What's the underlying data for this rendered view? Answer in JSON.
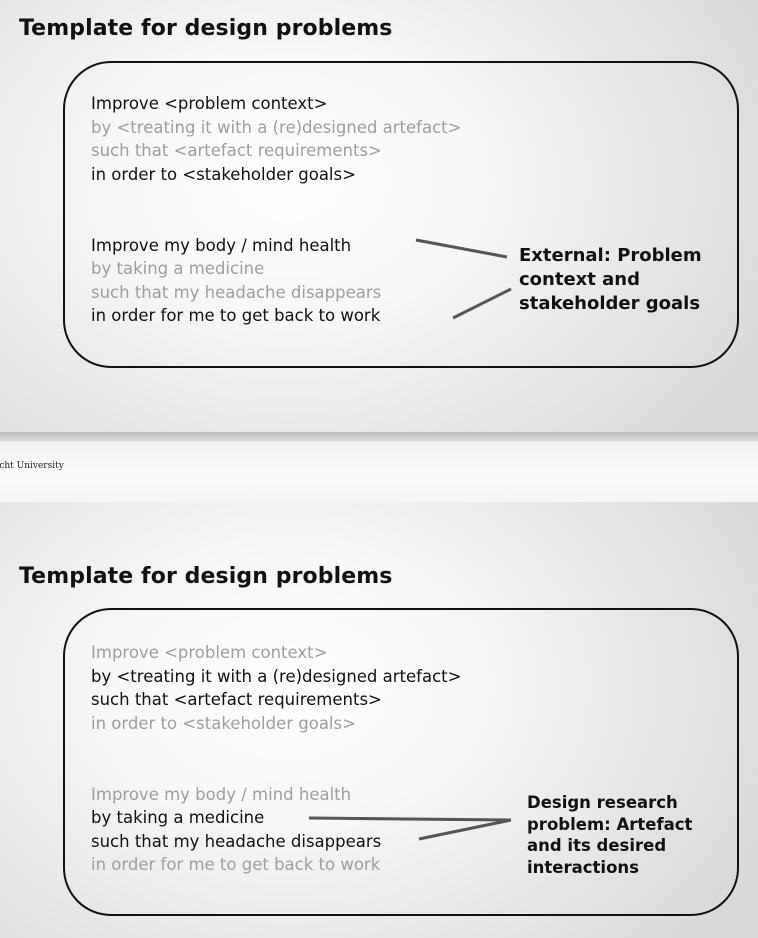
{
  "slide1": {
    "title": "Template for design problems",
    "template_lines": [
      "Improve <problem context>",
      "by <treating it with a (re)designed artefact>",
      "such that <artefact requirements>",
      "in order to <stakeholder goals>"
    ],
    "example_lines": [
      "Improve my body / mind health",
      "by taking a medicine",
      "such that my headache disappears",
      "in order for me to get back to work"
    ],
    "annotation": "External: Problem\ncontext and\nstakeholder goals"
  },
  "footer": {
    "text": "echt University"
  },
  "slide2": {
    "title": "Template for design problems",
    "template_lines": [
      "Improve <problem context>",
      "by <treating it with a (re)designed artefact>",
      "such that <artefact requirements>",
      "in order to <stakeholder goals>"
    ],
    "example_lines": [
      "Improve my body / mind health",
      "by taking a medicine",
      "such that my headache disappears",
      "in order for me to get back to work"
    ],
    "annotation": "Design research\nproblem: Artefact\nand its desired\ninteractions"
  },
  "colors": {
    "emphasis_text": "#111111",
    "muted_text": "#9e9e9e",
    "connector": "#555555"
  }
}
